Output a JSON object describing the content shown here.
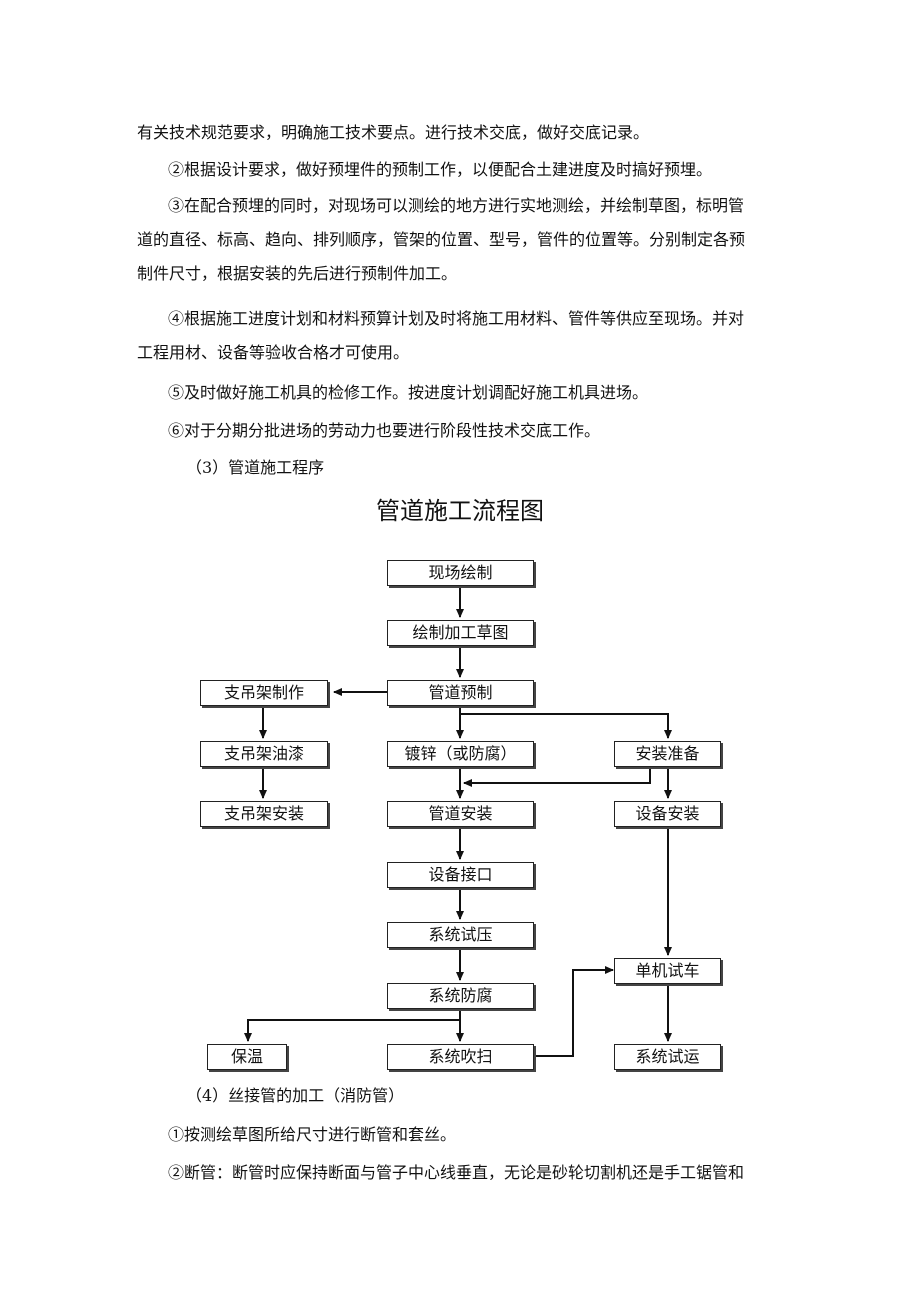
{
  "paragraphs_top": [
    {
      "lines": [
        "有关技术规范要求，明确施工技术要点。进行技术交底，做好交底记录。"
      ]
    },
    {
      "lines": [
        "②根据设计要求，做好预埋件的预制工作，以便配合土建进度及时搞好预埋。"
      ]
    },
    {
      "lines": [
        "③在配合预埋的同时，对现场可以测绘的地方进行实地测绘，并绘制草图，标明管",
        "道的直径、标高、趋向、排列顺序，管架的位置、型号，管件的位置等。分别制定各预",
        "制件尺寸，根据安装的先后进行预制件加工。"
      ]
    },
    {
      "lines": [
        "④根据施工进度计划和材料预算计划及时将施工用材料、管件等供应至现场。并对",
        "工程用材、设备等验收合格才可使用。"
      ]
    },
    {
      "lines": [
        "⑤及时做好施工机具的检修工作。按进度计划调配好施工机具进场。"
      ]
    },
    {
      "lines": [
        "⑥对于分期分批进场的劳动力也要进行阶段性技术交底工作。"
      ]
    },
    {
      "lines": [
        "（3）管道施工程序"
      ]
    }
  ],
  "flowchart": {
    "title": "管道施工流程图",
    "nodes": {
      "n1": "现场绘制",
      "n2": "绘制加工草图",
      "n3": "管道预制",
      "n4": "支吊架制作",
      "n5": "支吊架油漆",
      "n6": "支吊架安装",
      "n7": "镀锌（或防腐）",
      "n8": "安装准备",
      "n9": "管道安装",
      "n10": "设备安装",
      "n11": "设备接口",
      "n12": "系统试压",
      "n13": "系统防腐",
      "n14": "单机试车",
      "n15": "保温",
      "n16": "系统吹扫",
      "n17": "系统试运"
    }
  },
  "paragraphs_bottom": [
    {
      "lines": [
        "（4）丝接管的加工（消防管）"
      ]
    },
    {
      "lines": [
        "①按测绘草图所给尺寸进行断管和套丝。"
      ]
    },
    {
      "lines": [
        "②断管：断管时应保持断面与管子中心线垂直，无论是砂轮切割机还是手工锯管和"
      ]
    }
  ]
}
